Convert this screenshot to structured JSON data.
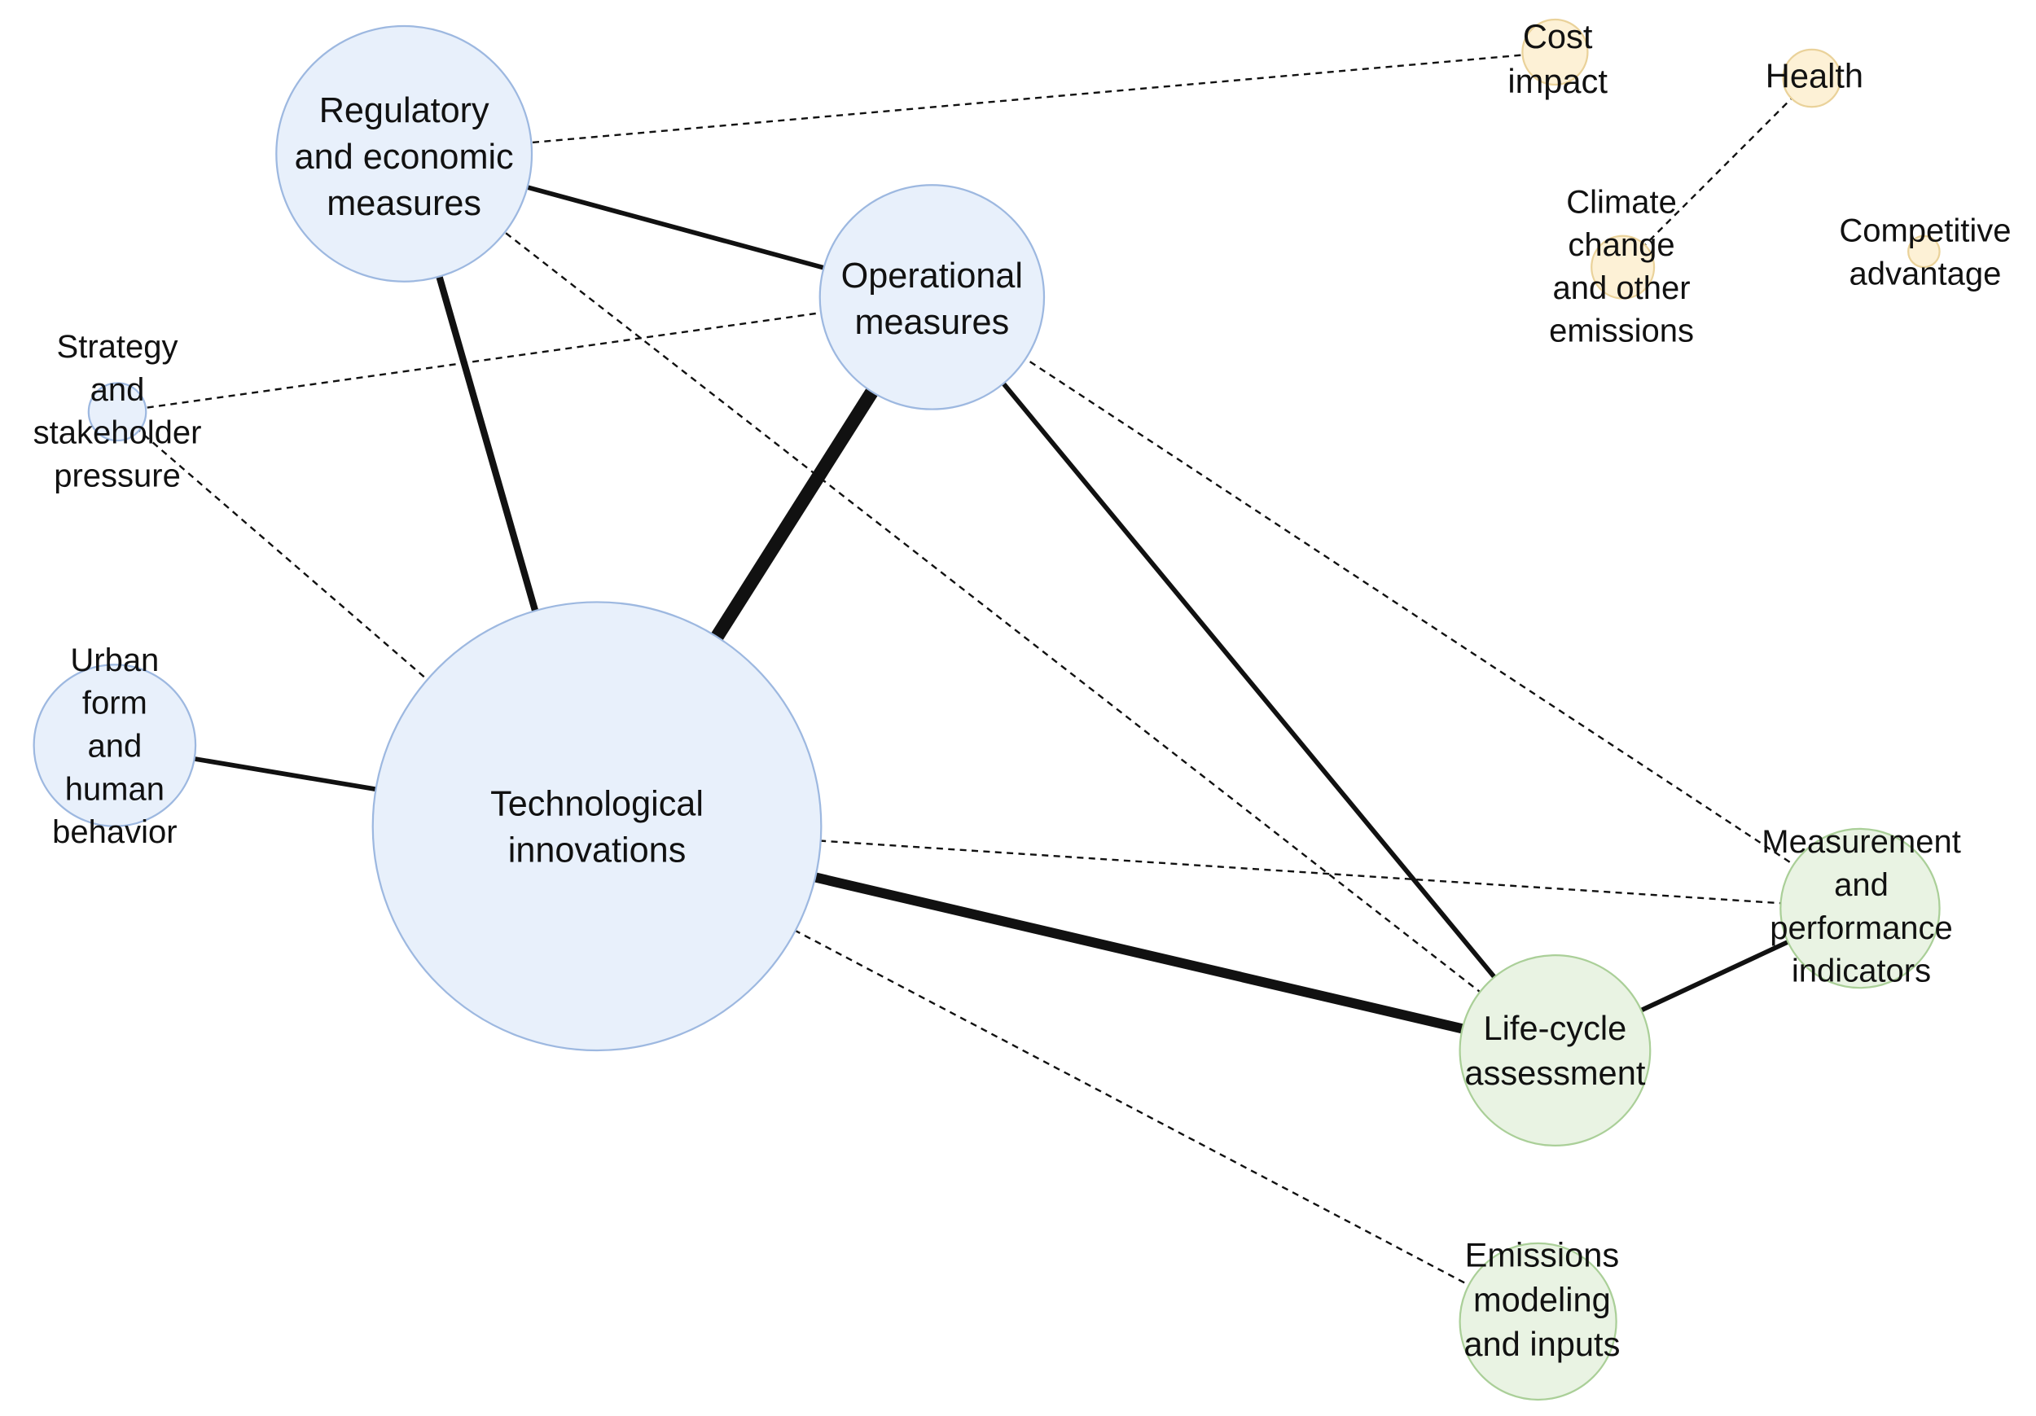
{
  "colors": {
    "blue_fill": "#e8f0fb",
    "blue_stroke": "#9db8e0",
    "green_fill": "#e9f3e3",
    "green_stroke": "#aacf98",
    "yellow_fill": "#fdf1d6",
    "yellow_stroke": "#ead29a",
    "edge": "#111111"
  },
  "nodes": [
    {
      "id": "regulatory",
      "group": "blue",
      "lines": [
        "Regulatory",
        "and economic",
        "measures"
      ]
    },
    {
      "id": "operational",
      "group": "blue",
      "lines": [
        "Operational",
        "measures"
      ]
    },
    {
      "id": "strategy",
      "group": "blue",
      "lines": [
        "Strategy",
        "and",
        "stakeholder",
        "pressure"
      ]
    },
    {
      "id": "urban",
      "group": "blue",
      "lines": [
        "Urban",
        "form",
        "and",
        "human",
        "behavior"
      ]
    },
    {
      "id": "technological",
      "group": "blue",
      "lines": [
        "Technological",
        "innovations"
      ]
    },
    {
      "id": "lca",
      "group": "green",
      "lines": [
        "Life-cycle",
        "assessment"
      ]
    },
    {
      "id": "measurement",
      "group": "green",
      "lines": [
        "Measurement",
        "and",
        "performance",
        "indicators"
      ]
    },
    {
      "id": "emissions_modeling",
      "group": "green",
      "lines": [
        "Emissions",
        "modeling",
        "and inputs"
      ]
    },
    {
      "id": "cost",
      "group": "yellow",
      "lines": [
        "Cost",
        "impact"
      ]
    },
    {
      "id": "health",
      "group": "yellow",
      "lines": [
        "Health"
      ]
    },
    {
      "id": "climate",
      "group": "yellow",
      "lines": [
        "Climate",
        "change",
        "and other",
        "emissions"
      ]
    },
    {
      "id": "competitive",
      "group": "yellow",
      "lines": [
        "Competitive",
        "advantage"
      ]
    }
  ],
  "edges": [
    {
      "source": "regulatory",
      "target": "operational",
      "style": "solid",
      "weight": 2
    },
    {
      "source": "regulatory",
      "target": "technological",
      "style": "solid",
      "weight": 3
    },
    {
      "source": "operational",
      "target": "technological",
      "style": "solid",
      "weight": 5
    },
    {
      "source": "operational",
      "target": "lca",
      "style": "solid",
      "weight": 2
    },
    {
      "source": "urban",
      "target": "technological",
      "style": "solid",
      "weight": 2
    },
    {
      "source": "technological",
      "target": "lca",
      "style": "solid",
      "weight": 4
    },
    {
      "source": "lca",
      "target": "measurement",
      "style": "solid",
      "weight": 2
    },
    {
      "source": "regulatory",
      "target": "cost",
      "style": "dashed",
      "weight": 1
    },
    {
      "source": "regulatory",
      "target": "lca",
      "style": "dashed",
      "weight": 1
    },
    {
      "source": "operational",
      "target": "strategy",
      "style": "dashed",
      "weight": 1
    },
    {
      "source": "operational",
      "target": "measurement",
      "style": "dashed",
      "weight": 1
    },
    {
      "source": "strategy",
      "target": "technological",
      "style": "dashed",
      "weight": 1
    },
    {
      "source": "technological",
      "target": "measurement",
      "style": "dashed",
      "weight": 1
    },
    {
      "source": "technological",
      "target": "emissions_modeling",
      "style": "dashed",
      "weight": 1
    },
    {
      "source": "health",
      "target": "climate",
      "style": "dashed",
      "weight": 1
    }
  ]
}
